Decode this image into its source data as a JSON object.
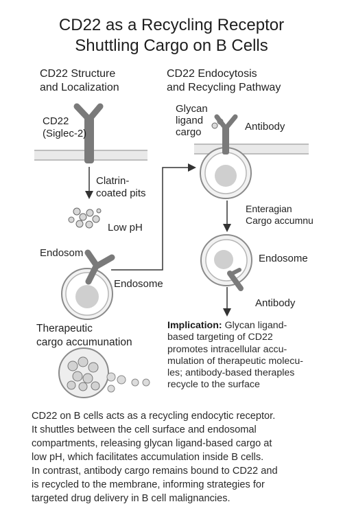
{
  "title": {
    "line1": "CD22 as a Recycling Receptor",
    "line2": "Shuttling Cargo on B Cells"
  },
  "left_panel": {
    "heading_line1": "CD22 Structure",
    "heading_line2": "and Localization",
    "receptor_label_line1": "CD22",
    "receptor_label_line2": "(Siglec-2)",
    "pits_label_line1": "Clatrin-",
    "pits_label_line2": "coated pits",
    "low_ph_label": "Low pH",
    "endosom_label": "Endosom",
    "endosome_label": "Endosome",
    "therapeutic_line1": "Therapeutic",
    "therapeutic_line2": "cargo accumunation"
  },
  "right_panel": {
    "heading_line1": "CD22 Endocytosis",
    "heading_line2": "and Recycling Pathway",
    "glycan_line1": "Glycan",
    "glycan_line2": "ligand",
    "glycan_line3": "cargo",
    "antibody_top": "Antibody",
    "cargo_line1": "Enteragian",
    "cargo_line2": "Cargo accumnu",
    "endosome_label": "Endosome",
    "antibody_bottom": "Antibody"
  },
  "implication": {
    "bold": "Implication:",
    "line1_rest": " Glycan ligand-",
    "line2": "based targeting of CD22",
    "line3": "promotes intracellular accu-",
    "line4": "mulation of therapeutic molecu-",
    "line5": "les; antibody-based theraples",
    "line6": "recycle to the surface"
  },
  "description": {
    "line1": "CD22 on B cells acts as a recycling endocytic receptor.",
    "line2": "It shuttles between the cell surface and endosomal",
    "line3": "compartments, releasing glycan ligand-based cargo at",
    "line4": "low pH, which facilitates accumulation inside B cells.",
    "line5": "In contrast, antibody cargo remains bound to CD22 and",
    "line6": "is recycled to the membrane, informing strategies for",
    "line7": "targeted drug delivery in B cell malignancies."
  },
  "colors": {
    "receptor": "#7a7a7a",
    "membrane": "#c9c9c9",
    "vesicle_fill": "#e6e6e6",
    "cargo_fill": "#cfcfcf",
    "line": "#333333"
  }
}
